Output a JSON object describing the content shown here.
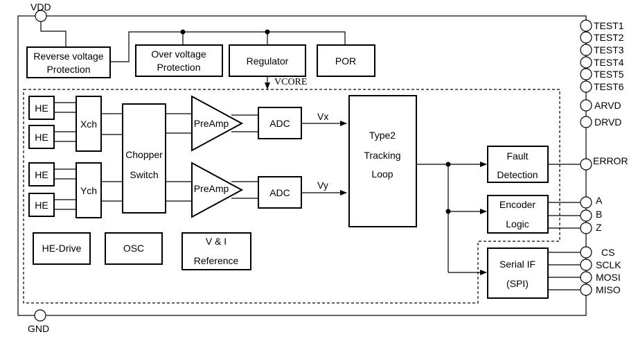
{
  "pins": {
    "vdd": "VDD",
    "gnd": "GND",
    "test": [
      "TEST1",
      "TEST2",
      "TEST3",
      "TEST4",
      "TEST5",
      "TEST6"
    ],
    "arvd": "ARVD",
    "drvd": "DRVD",
    "error": "ERROR",
    "a": "A",
    "b": "B",
    "z": "Z",
    "cs": "CS",
    "sclk": "SCLK",
    "mosi": "MOSI",
    "miso": "MISO"
  },
  "power": {
    "reverse_voltage": [
      "Reverse voltage",
      "Protection"
    ],
    "over_voltage": [
      "Over voltage",
      "Protection"
    ],
    "regulator": "Regulator",
    "por": "POR",
    "vcore": "VCORE"
  },
  "sensor": {
    "he": "HE",
    "xch": "Xch",
    "ych": "Ych",
    "chopper": [
      "Chopper",
      "Switch"
    ],
    "preamp": "PreAmp",
    "adc": "ADC",
    "vx": "Vx",
    "vy": "Vy"
  },
  "core": {
    "tracking": [
      "Type2",
      "Tracking",
      "Loop"
    ],
    "fault": [
      "Fault",
      "Detection"
    ],
    "encoder": [
      "Encoder",
      "Logic"
    ],
    "serial": [
      "Serial IF",
      "(SPI)"
    ]
  },
  "misc": {
    "he_drive": "HE-Drive",
    "osc": "OSC",
    "vi_ref": [
      "V & I",
      "Reference"
    ]
  }
}
